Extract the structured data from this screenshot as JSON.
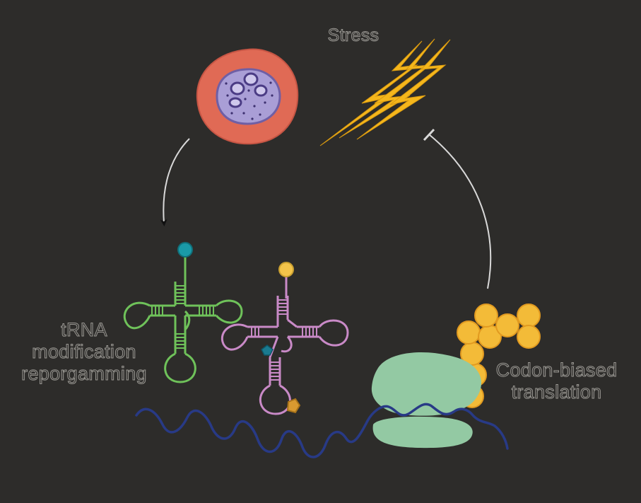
{
  "labels": {
    "stress": "Stress",
    "trna": [
      "tRNA",
      "modification",
      "reporgamming"
    ],
    "codon": [
      "Codon-biased",
      "translation"
    ]
  },
  "colors": {
    "background": "#2d2c2a",
    "cell": "#e06a55",
    "nucleus": "#a99ed6",
    "lightning": "#f5b71c",
    "trna_green": "#6fc25a",
    "trna_pink": "#c98ac7",
    "ribosome": "#93c9a3",
    "peptide": "#f3bb38",
    "mrna": "#283a86",
    "arrow": "#d9d9d9"
  },
  "icons": [
    "cell-icon",
    "lightning-icon",
    "trna-green-icon",
    "trna-pink-icon",
    "ribosome-icon",
    "peptide-chain-icon",
    "mrna-strand-icon"
  ]
}
